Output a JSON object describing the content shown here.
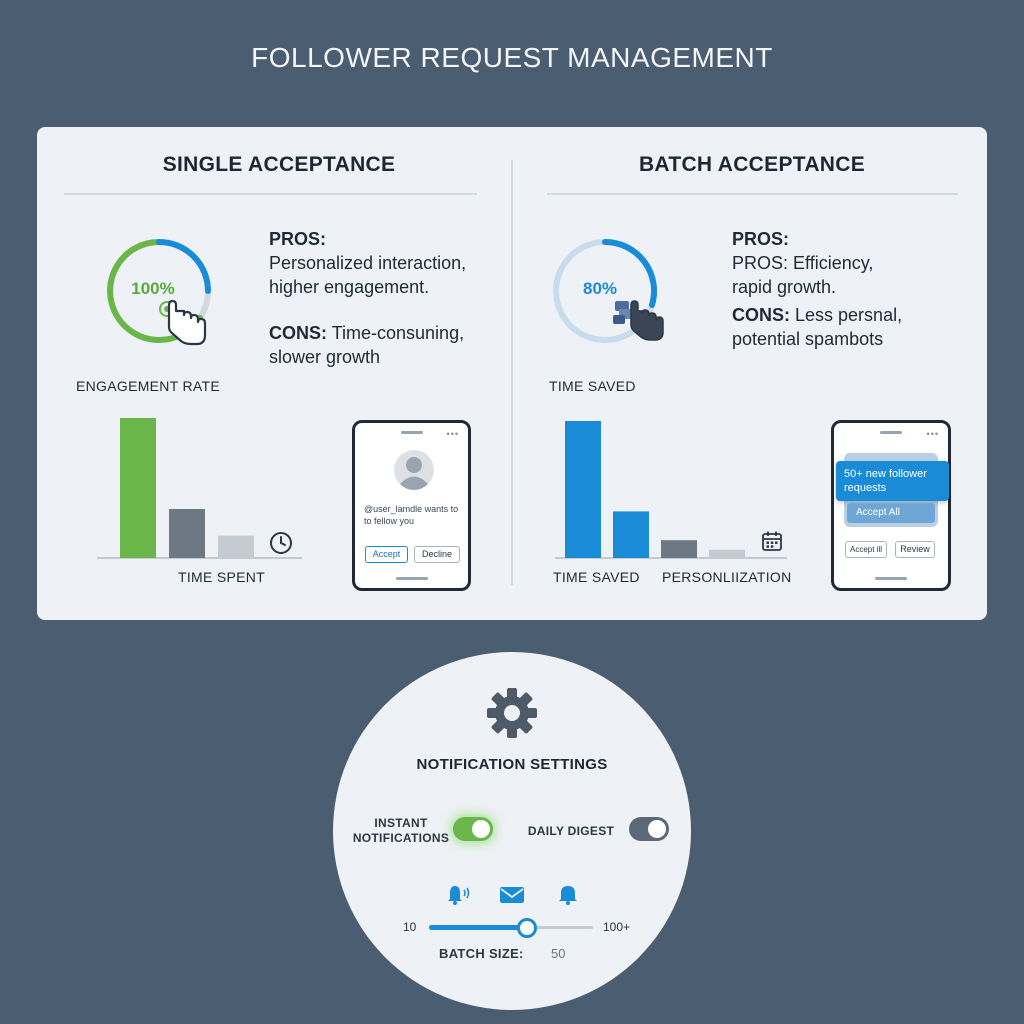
{
  "title": "FOLLOWER REQUEST MANAGEMENT",
  "colors": {
    "background": "#4b5d71",
    "green": "#6ab649",
    "blue": "#1a8bd6",
    "gray_bar": "#6e7884",
    "light_bar": "#c5cbd2"
  },
  "single": {
    "heading": "SINGLE ACCEPTANCE",
    "ring_value": "100%",
    "ring_progress": 1.0,
    "pros_label": "PROS:",
    "pros_line1": "Personalized interaction,",
    "pros_line2": "higher engagement.",
    "cons_label": "CONS:",
    "cons_line1": "Time-consuning,",
    "cons_line2": "slower growth",
    "metric_label": "ENGAGEMENT RATE",
    "x_label": "TIME SPENT",
    "icon": "clock-icon",
    "bars": [
      1.0,
      0.35,
      0.16
    ],
    "phone": {
      "message_line1": "@user_lamdle wants to",
      "message_line2": "to fellow you",
      "accept": "Accept",
      "decline": "Decline"
    }
  },
  "batch": {
    "heading": "BATCH ACCEPTANCE",
    "ring_value": "80%",
    "ring_progress": 0.8,
    "pros_label": "PROS:",
    "pros_line1": "PROS: Efficiency,",
    "pros_line2": "rapid growth.",
    "cons_label": "CONS:",
    "cons_line1": "Less persnal,",
    "cons_line2": "potential spambots",
    "metric_label": "TIME SAVED",
    "x_label_1": "TIME SAVED",
    "x_label_2": "PERSONLIIZATION",
    "icon": "calendar-icon",
    "bars": [
      1.0,
      0.34,
      0.13,
      0.06
    ],
    "phone": {
      "banner_line1": "50+ new follower",
      "banner_line2": "requests",
      "accept_all": "Accept All",
      "accept_small": "Accept ill",
      "review": "Review"
    }
  },
  "settings": {
    "title": "NOTIFICATION SETTINGS",
    "instant_line1": "INSTANT",
    "instant_line2": "NOTIFICATIONS",
    "instant_on": true,
    "digest_label": "DAILY DIGEST",
    "digest_on": true,
    "slider_min": "10",
    "slider_max": "100+",
    "batch_label": "BATCH SIZE:",
    "batch_value": "50",
    "slider_fraction": 0.6
  }
}
